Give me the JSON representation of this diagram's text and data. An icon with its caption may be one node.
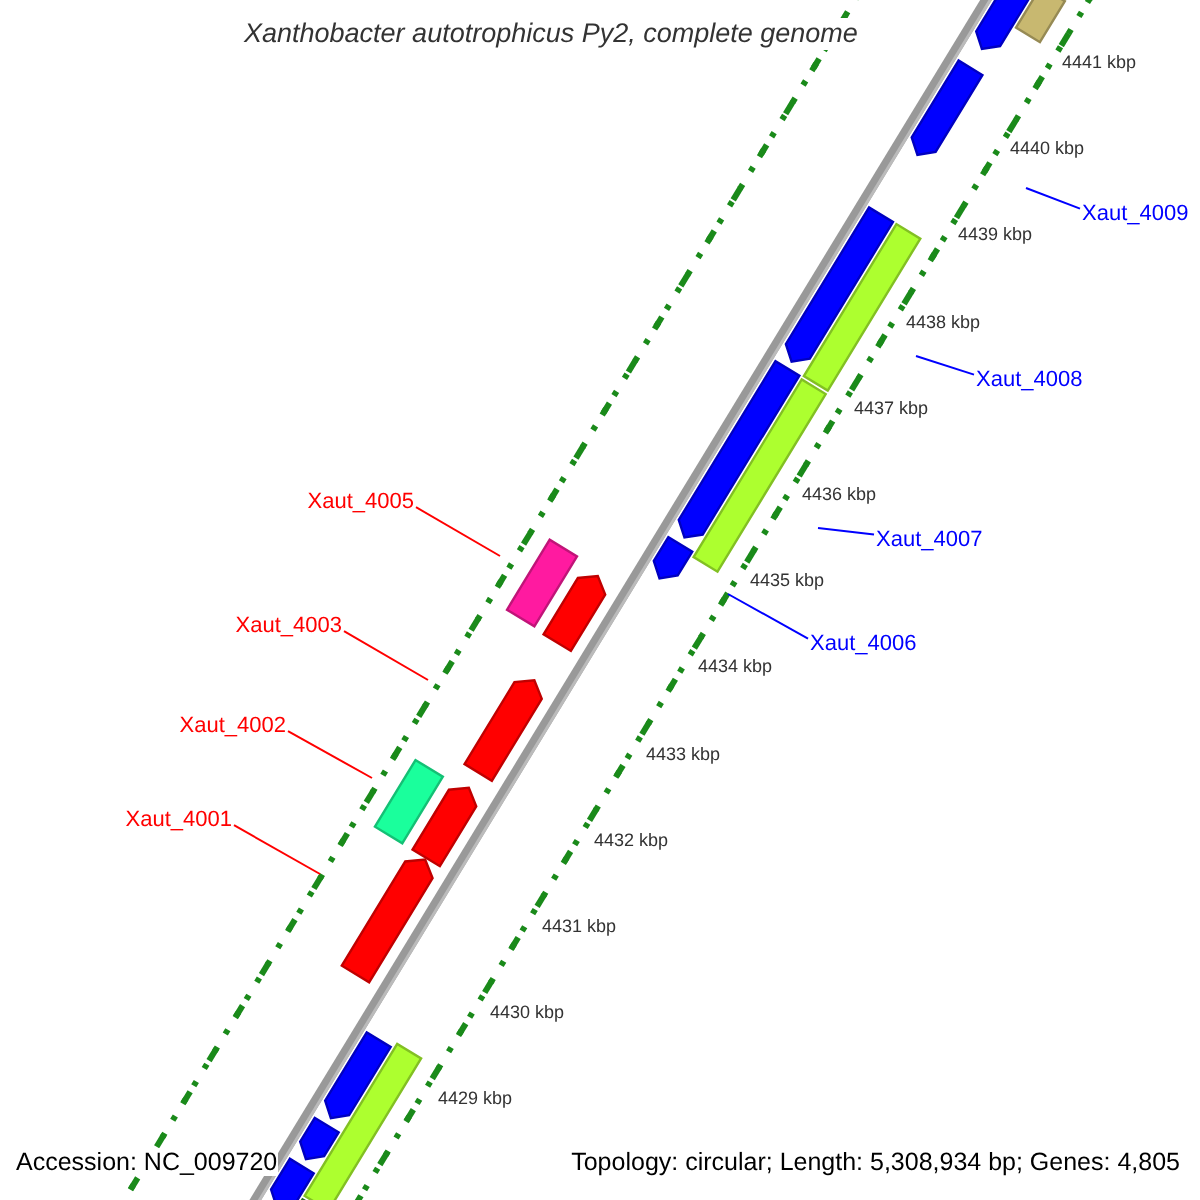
{
  "diagram": {
    "title": "Xanthobacter autotrophicus Py2, complete genome",
    "nodes": [
      {
        "text": [
          "Xaut_4009"
        ]
      },
      {
        "text": [
          "Xaut_4008"
        ]
      },
      {
        "text": [
          "Xaut_4005"
        ]
      },
      {
        "text": [
          "Xaut_4007"
        ]
      },
      {
        "text": [
          "Xaut_4003"
        ]
      },
      {
        "text": [
          "Xaut_4006"
        ]
      },
      {
        "text": [
          "Xaut_4002"
        ]
      },
      {
        "text": [
          "Xaut_4001"
        ]
      }
    ],
    "edges": [
      {
        "from": 0,
        "to": null,
        "arrow": "none",
        "color": "#0000ff"
      },
      {
        "from": 1,
        "to": null,
        "arrow": "none",
        "color": "#0000ff"
      },
      {
        "from": 2,
        "to": null,
        "arrow": "none",
        "color": "#ff0000"
      },
      {
        "from": 3,
        "to": null,
        "arrow": "none",
        "color": "#0000ff"
      },
      {
        "from": 4,
        "to": null,
        "arrow": "none",
        "color": "#ff0000"
      },
      {
        "from": 5,
        "to": null,
        "arrow": "none",
        "color": "#0000ff"
      },
      {
        "from": 6,
        "to": null,
        "arrow": "none",
        "color": "#ff0000"
      },
      {
        "from": 7,
        "to": null,
        "arrow": "none",
        "color": "#ff0000"
      }
    ],
    "labels": [
      "4441 kbp",
      "4440 kbp",
      "4439 kbp",
      "4438 kbp",
      "4437 kbp",
      "4436 kbp",
      "4435 kbp",
      "4434 kbp",
      "4433 kbp",
      "4432 kbp",
      "4431 kbp",
      "4430 kbp",
      "4429 kbp",
      "Accession: NC_009720",
      "Topology: circular; Length: 5,308,934 bp; Genes: 4,805"
    ]
  }
}
